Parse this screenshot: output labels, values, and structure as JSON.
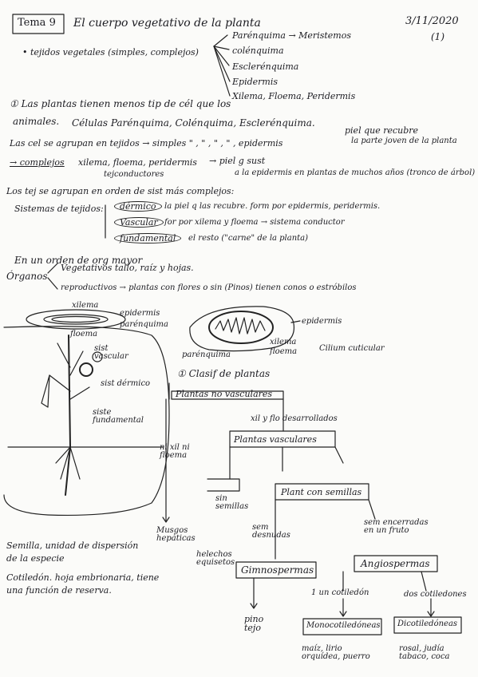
{
  "header": {
    "tema": "Tema 9",
    "title": "El cuerpo vegetativo de la planta",
    "date": "3/11/2020",
    "page": "(1)"
  },
  "tejidos": {
    "label": "• tejidos vegetales (simples, complejos)",
    "items": [
      "Parénquima → Meristemos",
      "colénquima",
      "Esclerénquima",
      "Epidermis",
      "Xilema, Floema, Peridermis"
    ]
  },
  "notes": {
    "l1": "① Las plantas tienen menos tip de cél que los",
    "l2a": "animales.",
    "l2b": "Células Parénquima, Colénquima, Esclerénquima.",
    "l3a": "Las cel se agrupan en tejidos → simples \" , \" , \" , \" , epidermis",
    "l3b": "piel que recubre",
    "l3c": "la parte joven de la planta",
    "l4a": "→ complejos",
    "l4b": "xilema, floema, peridermis",
    "l4c": "→ piel g sust",
    "l4d": "tejconductores",
    "l4e": "a la epidermis en plantas de muchos años (tronco de árbol)",
    "l5": "Los tej se agrupan en orden de sist más complejos:",
    "sistemas_label": "Sistemas de tejidos:",
    "s1_key": "dérmico",
    "s1_text": "la piel q las recubre. form por epidermis, peridermis.",
    "s2_key": "Vascular",
    "s2_text": "for por xilema y floema → sistema conductor",
    "s3_key": "fundamental",
    "s3_text": "el resto (\"carne\" de la planta)",
    "orden": "En un orden de org mayor",
    "organos": "Órganos",
    "veg": "Vegetativos tallo, raíz y hojas.",
    "repro": "reproductivos → plantas con flores o sin (Pinos) tienen conos o estróbilos"
  },
  "drawing": {
    "xilema": "xilema",
    "epidermis": "epidermis",
    "parenquima": "parénquima",
    "floema": "floema",
    "sist_vascular": "sist vascular",
    "sist_dermico": "sist dérmico",
    "sist_fundamental": "siste fundamental",
    "r_epidermis": "epidermis",
    "r_xilema": "xilema",
    "r_floema": "floema",
    "r_cilium": "Cilium cuticular",
    "r_parenquima": "parénquima"
  },
  "clasif": {
    "title": "① Clasif de plantas",
    "nv": "Plantas no vasculares",
    "xil_flo": "xil y flo desarrollados",
    "ni_xil": "ni xil ni floema",
    "musgos": "Musgos hepáticas",
    "pv": "Plantas vasculares",
    "sin_semillas": "sin semillas",
    "con_semillas": "Plant con semillas",
    "helechos": "helechos equisetos",
    "sem_desnudas": "sem desnudas",
    "sem_encerradas": "sem encerradas en un fruto",
    "gimno": "Gimnospermas",
    "angio": "Angiospermas",
    "pino": "pino tejo",
    "un_cot": "1 un cotiledón",
    "dos_cot": "dos cotiledones",
    "mono": "Monocotiledóneas",
    "dico": "Dicotiledóneas",
    "mono_ex": "maíz, lirio orquídea, puerro",
    "dico_ex": "rosal, judía tabaco, coca"
  },
  "defs": {
    "semilla1": "Semilla, unidad de dispersión",
    "semilla2": "de la especie",
    "cot1": "Cotiledón. hoja embrionaria, tiene",
    "cot2": "una función de reserva."
  }
}
